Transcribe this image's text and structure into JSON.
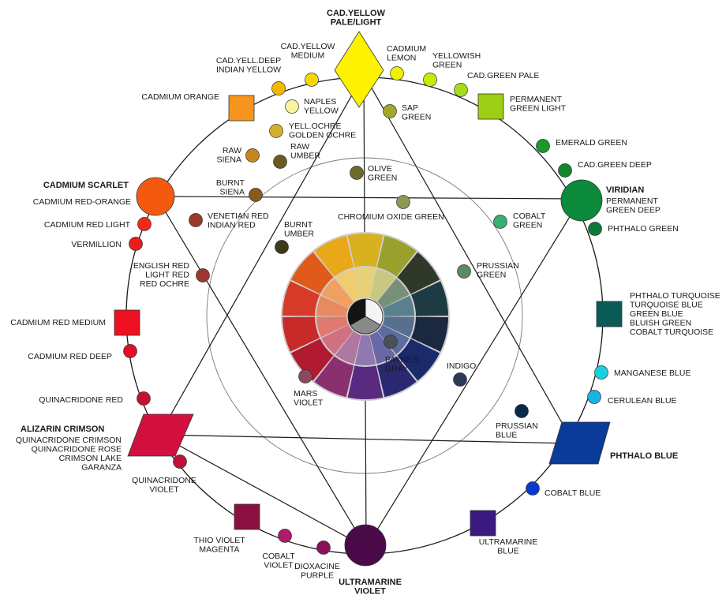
{
  "labels": {
    "cad_yellow_pale": [
      "CAD.YELLOW",
      "PALE/LIGHT"
    ],
    "cad_yellow_medium": [
      "CAD.YELLOW",
      "MEDIUM"
    ],
    "cad_yell_deep": [
      "CAD.YELL.DEEP",
      "INDIAN YELLOW"
    ],
    "cadmium_orange": [
      "CADMIUM ORANGE"
    ],
    "naples_yellow": [
      "NAPLES",
      "YELLOW"
    ],
    "yell_ochre": [
      "YELL.OCHRE",
      "GOLDEN OCHRE"
    ],
    "raw_siena": [
      "RAW",
      "SIENA"
    ],
    "raw_umber": [
      "RAW",
      "UMBER"
    ],
    "cadmium_lemon": [
      "CADMIUM",
      "LEMON"
    ],
    "yellowish_green": [
      "YELLOWISH",
      "GREEN"
    ],
    "cad_green_pale": [
      "CAD.GREEN PALE"
    ],
    "permanent_green_light": [
      "PERMANENT",
      "GREEN LIGHT"
    ],
    "sap_green": [
      "SAP",
      "GREEN"
    ],
    "emerald_green": [
      "EMERALD GREEN"
    ],
    "cad_green_deep": [
      "CAD.GREEN DEEP"
    ],
    "viridian": [
      "VIRIDIAN"
    ],
    "permanent_green_deep": [
      "PERMANENT",
      "GREEN DEEP"
    ],
    "phthalo_green": [
      "PHTHALO GREEN"
    ],
    "olive_green": [
      "OLIVE",
      "GREEN"
    ],
    "chromium_oxide_green": [
      "CHROMIUM OXIDE GREEN"
    ],
    "cobalt_green": [
      "COBALT",
      "GREEN"
    ],
    "burnt_siena": [
      "BURNT",
      "SIENA"
    ],
    "cadmium_scarlet": [
      "CADMIUM SCARLET"
    ],
    "cadmium_red_orange": [
      "CADMIUM RED-ORANGE"
    ],
    "cadmium_red_light": [
      "CADMIUM RED LIGHT"
    ],
    "vermillion": [
      "VERMILLION"
    ],
    "venetian_red": [
      "VENETIAN RED",
      "INDIAN RED"
    ],
    "burnt_umber": [
      "BURNT",
      "UMBER"
    ],
    "english_red": [
      "ENGLISH RED",
      "LIGHT RED",
      "RED OCHRE"
    ],
    "prussian_green": [
      "PRUSSIAN",
      "GREEN"
    ],
    "phthalo_turquoise": [
      "PHTHALO TURQUOISE",
      "TURQUOISE BLUE",
      "GREEN BLUE",
      "BLUISH GREEN",
      "COBALT TURQUOISE"
    ],
    "cadmium_red_medium": [
      "CADMIUM RED MEDIUM"
    ],
    "cadmium_red_deep": [
      "CADMIUM RED DEEP"
    ],
    "paynes_gray": [
      "PAYNE'S",
      "GRAY"
    ],
    "indigo": [
      "INDIGO"
    ],
    "manganese_blue": [
      "MANGANESE BLUE"
    ],
    "cerulean_blue": [
      "CERULEAN BLUE"
    ],
    "mars_violet": [
      "MARS",
      "VIOLET"
    ],
    "quinacridone_red": [
      "QUINACRIDONE RED"
    ],
    "prussian_blue": [
      "PRUSSIAN",
      "BLUE"
    ],
    "alizarin_crimson": [
      "ALIZARIN CRIMSON"
    ],
    "quinacridone_crimson": [
      "QUINACRIDONE CRIMSON",
      "QUINACRIDONE ROSE",
      "CRIMSON LAKE",
      "GARANZA"
    ],
    "phthalo_blue": [
      "PHTHALO BLUE"
    ],
    "quinacridone_violet": [
      "QUINACRIDONE",
      "VIOLET"
    ],
    "cobalt_blue": [
      "COBALT BLUE"
    ],
    "thio_violet": [
      "THIO VIOLET",
      "MAGENTA"
    ],
    "cobalt_violet": [
      "COBALT",
      "VIOLET"
    ],
    "dioxacine_purple": [
      "DIOXACINE",
      "PURPLE"
    ],
    "ultramarine_blue": [
      "ULTRAMARINE",
      "BLUE"
    ],
    "ultramarine_violet": [
      "ULTRAMARINE",
      "VIOLET"
    ]
  },
  "colors": {
    "cad_yellow_pale": "#fff200",
    "cad_yellow_medium": "#f5d800",
    "cad_yell_deep": "#f5b800",
    "cadmium_orange": "#f7941d",
    "naples_yellow": "#fcf3a0",
    "yell_ochre": "#d4b030",
    "raw_siena": "#c8861e",
    "raw_umber": "#6b5a20",
    "cadmium_lemon": "#eef200",
    "yellowish_green": "#ccea00",
    "cad_green_pale": "#a8dc1a",
    "permanent_green_light": "#9ccf16",
    "sap_green": "#a6a62a",
    "emerald_green": "#1a9a2a",
    "cad_green_deep": "#12862a",
    "viridian": "#0a8a3a",
    "phthalo_green": "#0b7a3a",
    "olive_green": "#6e6a2c",
    "chromium_oxide_green": "#8a9a52",
    "cobalt_green": "#3aae72",
    "burnt_siena": "#8a5a1c",
    "cadmium_scarlet": "#f35a10",
    "cadmium_red_light": "#ef2a1a",
    "vermillion": "#ec1c1c",
    "venetian_red": "#9a3a28",
    "burnt_umber": "#3e3a1a",
    "english_red": "#9c3830",
    "prussian_green": "#5a8a6a",
    "phthalo_turquoise": "#0a5a58",
    "cadmium_red_medium": "#ec1020",
    "cadmium_red_deep": "#e0102a",
    "paynes_gray": "#4a5058",
    "indigo": "#2a3a5a",
    "manganese_blue": "#1ad0e0",
    "cerulean_blue": "#1ab4e0",
    "mars_violet": "#8a4a5a",
    "quinacridone_red": "#c8102a",
    "prussian_blue": "#0a2a4a",
    "alizarin_crimson": "#d21040",
    "phthalo_blue": "#0a3a9a",
    "quinacridone_violet": "#c0103a",
    "cobalt_blue": "#0a3acc",
    "thio_violet": "#8a1040",
    "cobalt_violet": "#b01a6a",
    "dioxacine_purple": "#8a105a",
    "ultramarine_blue": "#3a1a80",
    "ultramarine_violet": "#4a0a4a",
    "line": "#1a1a1a",
    "inner_circle": "#777777"
  },
  "wheel": {
    "segments": [
      {
        "outer": "#e8a818",
        "inner": "#f0cc70"
      },
      {
        "outer": "#d8b020",
        "inner": "#e8d078"
      },
      {
        "outer": "#9aa02c",
        "inner": "#c8c880"
      },
      {
        "outer": "#30382a",
        "inner": "#78907a"
      },
      {
        "outer": "#1e3a42",
        "inner": "#5a8090"
      },
      {
        "outer": "#1a2840",
        "inner": "#587090"
      },
      {
        "outer": "#1a2a6a",
        "inner": "#5a6ca0"
      },
      {
        "outer": "#2a2870",
        "inner": "#6a68a8"
      },
      {
        "outer": "#5a2a80",
        "inner": "#9078b0"
      },
      {
        "outer": "#8a3070",
        "inner": "#b078a0"
      },
      {
        "outer": "#b01a30",
        "inner": "#d07080"
      },
      {
        "outer": "#c82a2a",
        "inner": "#e07a70"
      },
      {
        "outer": "#d83a28",
        "inner": "#e88a60"
      },
      {
        "outer": "#e05a1a",
        "inner": "#f0a060"
      }
    ],
    "center": [
      "#141414",
      "#f4f4f4",
      "#8a8a8a"
    ]
  }
}
